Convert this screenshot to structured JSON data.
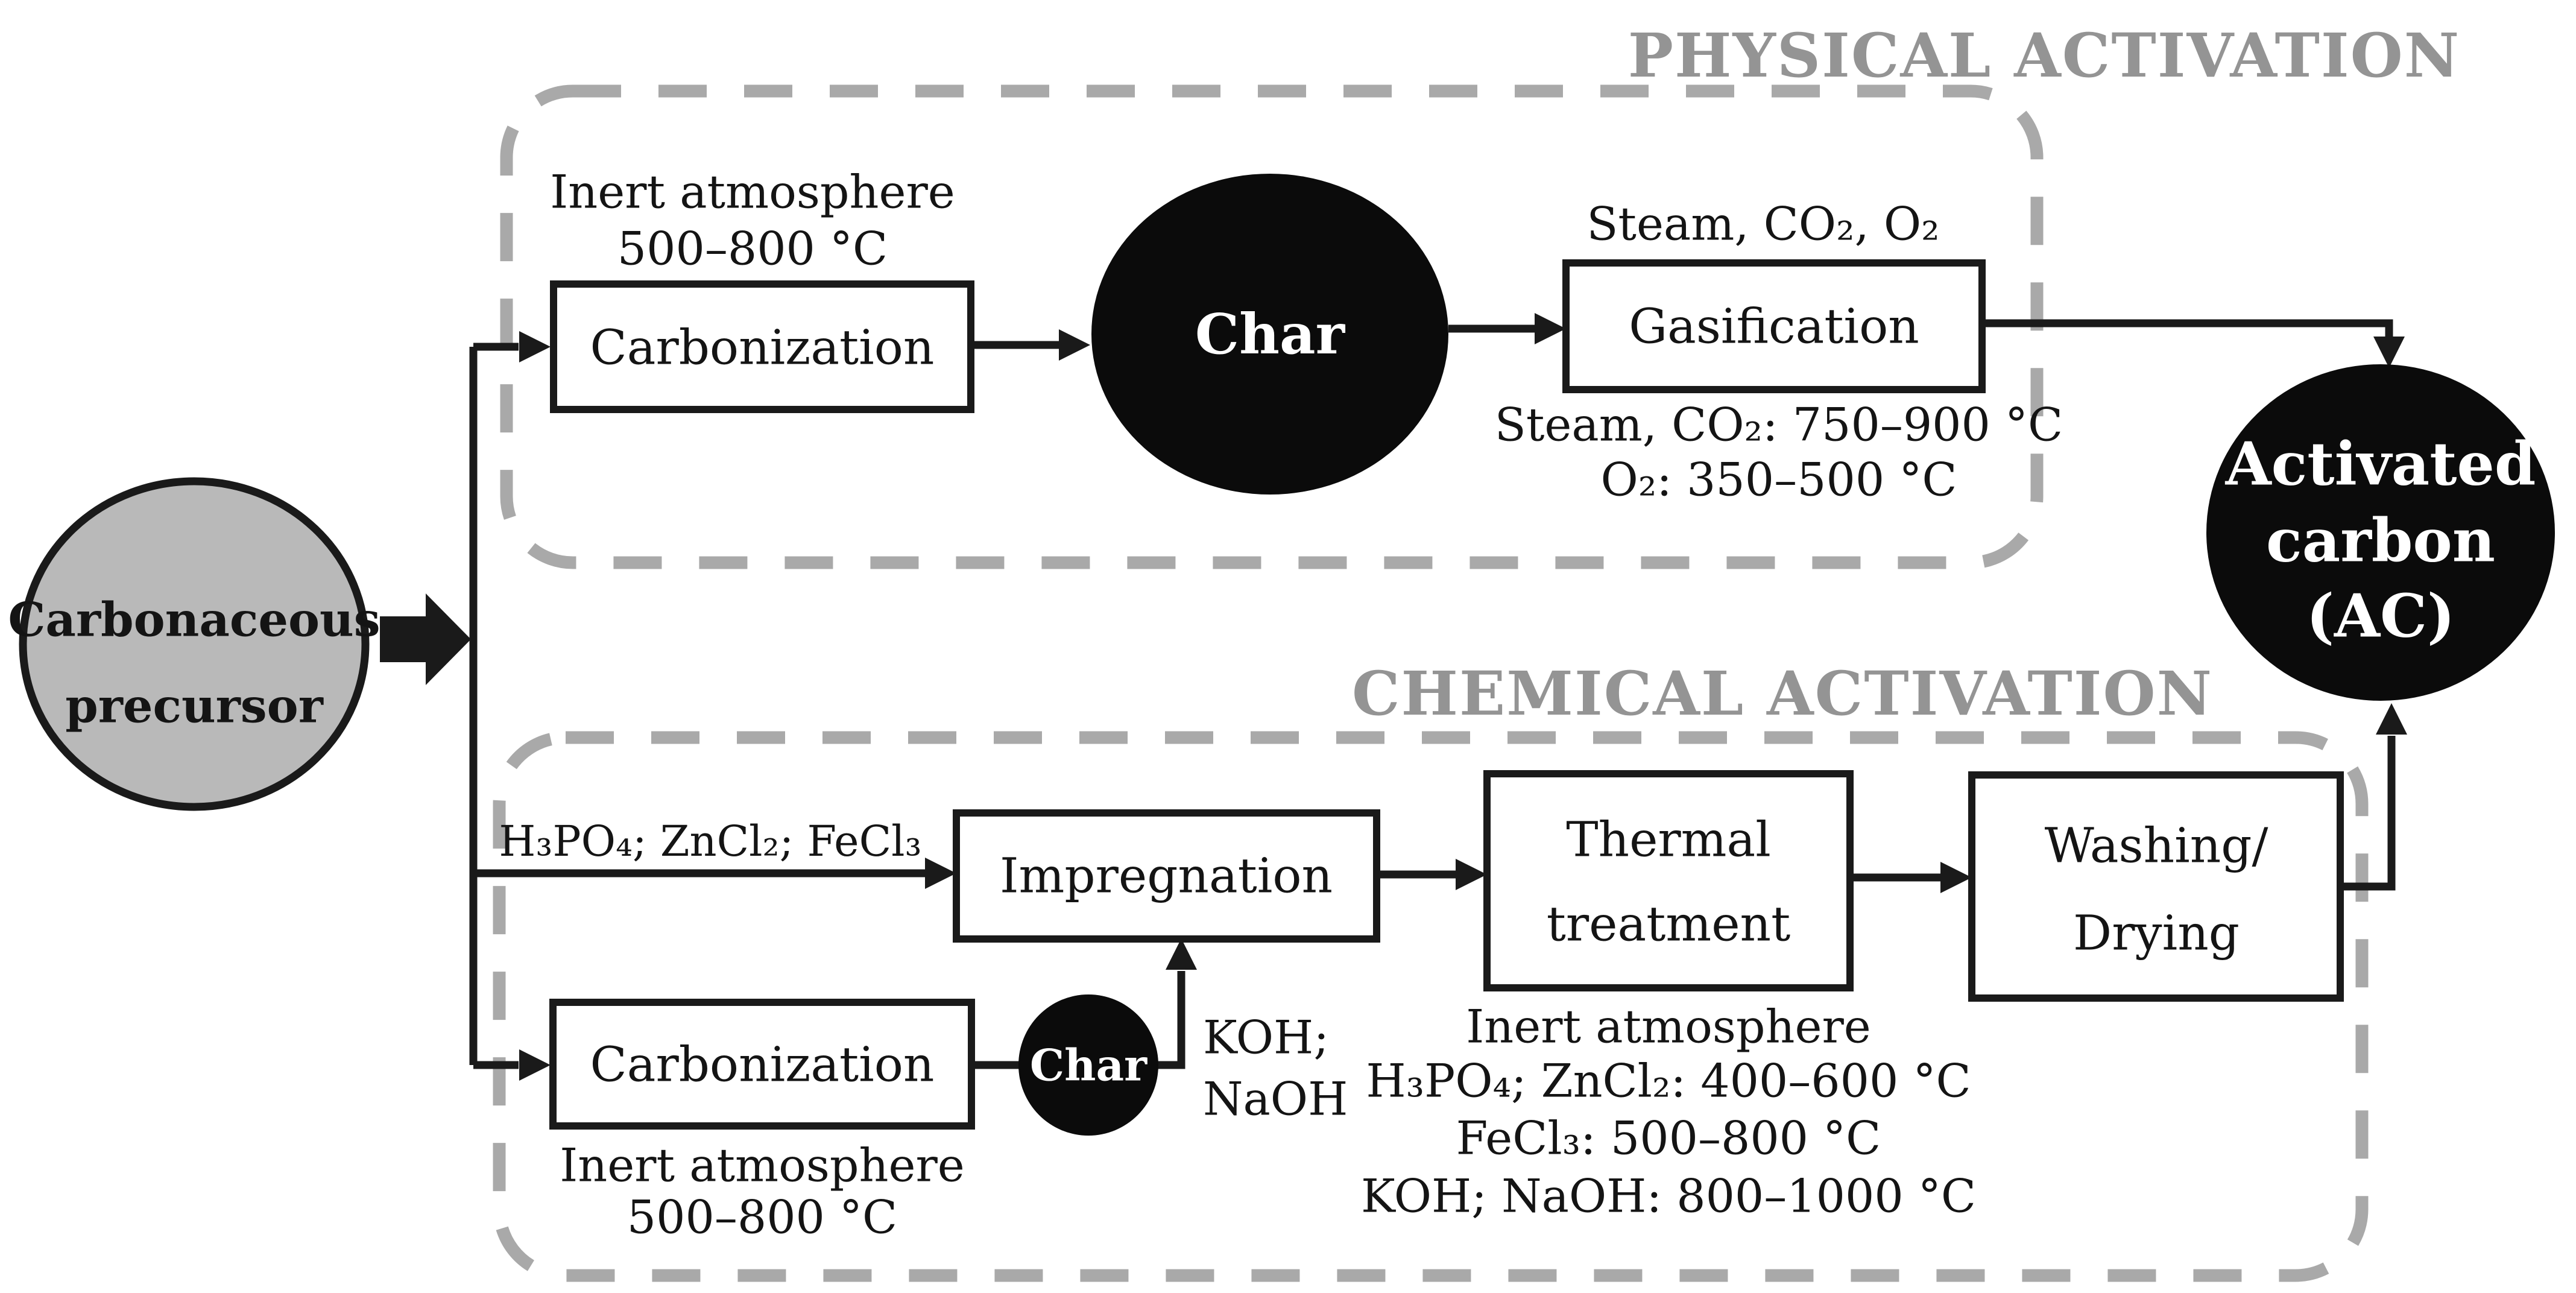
{
  "titles": {
    "physical": "PHYSICAL ACTIVATION",
    "chemical": "CHEMICAL ACTIVATION"
  },
  "nodes": {
    "precursor": {
      "line1": "Carbonaceous",
      "line2": "precursor"
    },
    "char_physical": "Char",
    "char_chemical": "Char",
    "activated_carbon": {
      "line1": "Activated",
      "line2": "carbon",
      "line3": "(AC)"
    },
    "carbonization_physical": "Carbonization",
    "gasification": "Gasification",
    "impregnation": "Impregnation",
    "thermal_treatment": {
      "line1": "Thermal",
      "line2": "treatment"
    },
    "washing_drying": {
      "line1": "Washing/",
      "line2": "Drying"
    },
    "carbonization_chemical": "Carbonization"
  },
  "annotations": {
    "carbonization_physical_conditions": {
      "line1": "Inert atmosphere",
      "line2": "500–800 °C"
    },
    "gasification_feed": "Steam, CO₂, O₂",
    "gasification_conditions": {
      "line1": "Steam, CO₂: 750–900 °C",
      "line2": "O₂: 350–500 °C"
    },
    "impregnation_agents": "H₃PO₄; ZnCl₂; FeCl₃",
    "char_agents": {
      "line1": "KOH;",
      "line2": "NaOH"
    },
    "carbonization_chemical_conditions": {
      "line1": "Inert atmosphere",
      "line2": "500–800 °C"
    },
    "thermal_conditions": {
      "line1": "Inert atmosphere",
      "line2": "H₃PO₄; ZnCl₂: 400–600 °C",
      "line3": "FeCl₃: 500–800 °C",
      "line4": "KOH; NaOH: 800–1000 °C"
    }
  },
  "colors": {
    "line": "#1a1a1a",
    "node": "#0b0b0b",
    "precursor": "#b9b9b9",
    "dash": "#a9a9a9",
    "title": "#949494"
  }
}
